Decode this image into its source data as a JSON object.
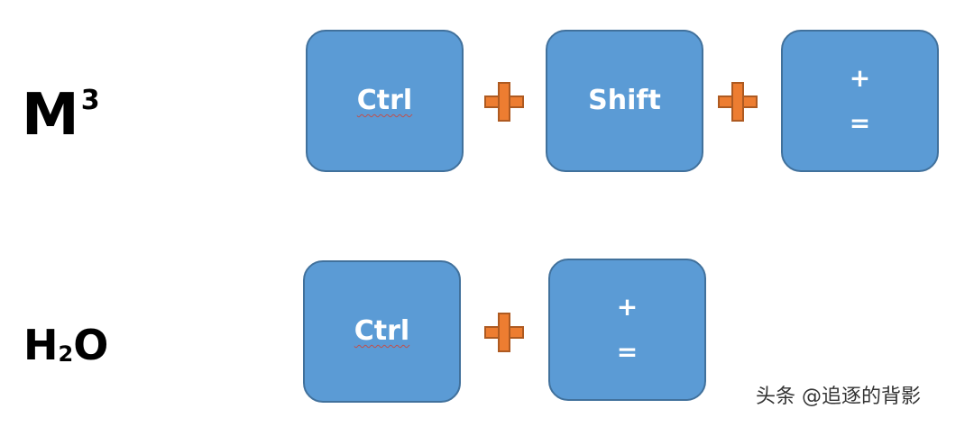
{
  "rows": [
    {
      "label_base": "M",
      "label_sup": "3",
      "keys": [
        {
          "type": "text",
          "text": "Ctrl"
        },
        {
          "type": "text",
          "text": "Shift"
        },
        {
          "type": "stack",
          "top": "+",
          "bottom": "="
        }
      ]
    },
    {
      "label_h": "H",
      "label_sub": "2",
      "label_o": "O",
      "keys": [
        {
          "type": "text",
          "text": "Ctrl"
        },
        {
          "type": "stack",
          "top": "+",
          "bottom": "="
        }
      ]
    }
  ],
  "watermark": "头条 @追逐的背影",
  "colors": {
    "key_fill": "#5b9bd5",
    "key_border": "#41719c",
    "plus_fill": "#ed7d31",
    "label": "#000000"
  }
}
